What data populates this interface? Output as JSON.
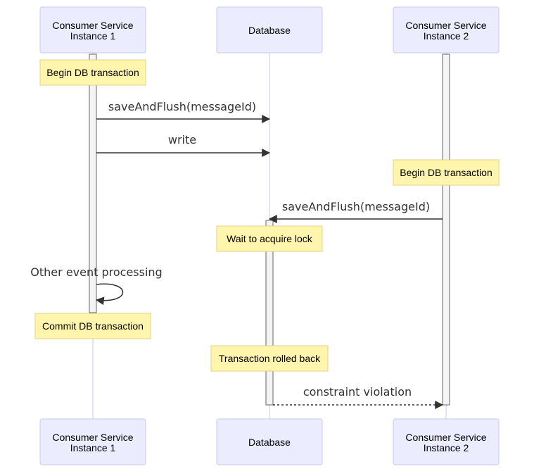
{
  "diagram": {
    "type": "sequence",
    "participants": [
      {
        "id": "c1",
        "lines": [
          "Consumer Service",
          "Instance 1"
        ]
      },
      {
        "id": "db",
        "lines": [
          "Database"
        ]
      },
      {
        "id": "c2",
        "lines": [
          "Consumer Service",
          "Instance 2"
        ]
      }
    ],
    "notes": [
      {
        "over": "c1",
        "text": "Begin DB transaction"
      },
      {
        "over": "c2",
        "text": "Begin DB transaction"
      },
      {
        "over": "db",
        "text": "Wait to acquire lock"
      },
      {
        "over": "c1",
        "text": "Commit DB transaction"
      },
      {
        "over": "db",
        "text": "Transaction rolled back"
      }
    ],
    "messages": [
      {
        "from": "c1",
        "to": "db",
        "text": "saveAndFlush(messageId)",
        "style": "solid"
      },
      {
        "from": "c1",
        "to": "db",
        "text": "write",
        "style": "solid"
      },
      {
        "from": "c2",
        "to": "db",
        "text": "saveAndFlush(messageId)",
        "style": "solid"
      },
      {
        "from": "c1",
        "to": "c1",
        "text": "Other event processing",
        "style": "solid"
      },
      {
        "from": "db",
        "to": "c2",
        "text": "constraint violation",
        "style": "dotted"
      }
    ],
    "colors": {
      "participant_fill": "#ECECFF",
      "participant_stroke": "#C9C9F0",
      "note_fill": "#FFF5AD",
      "note_stroke": "#E0D383",
      "arrow": "#333333",
      "activation_fill": "#F4F4F4"
    }
  }
}
